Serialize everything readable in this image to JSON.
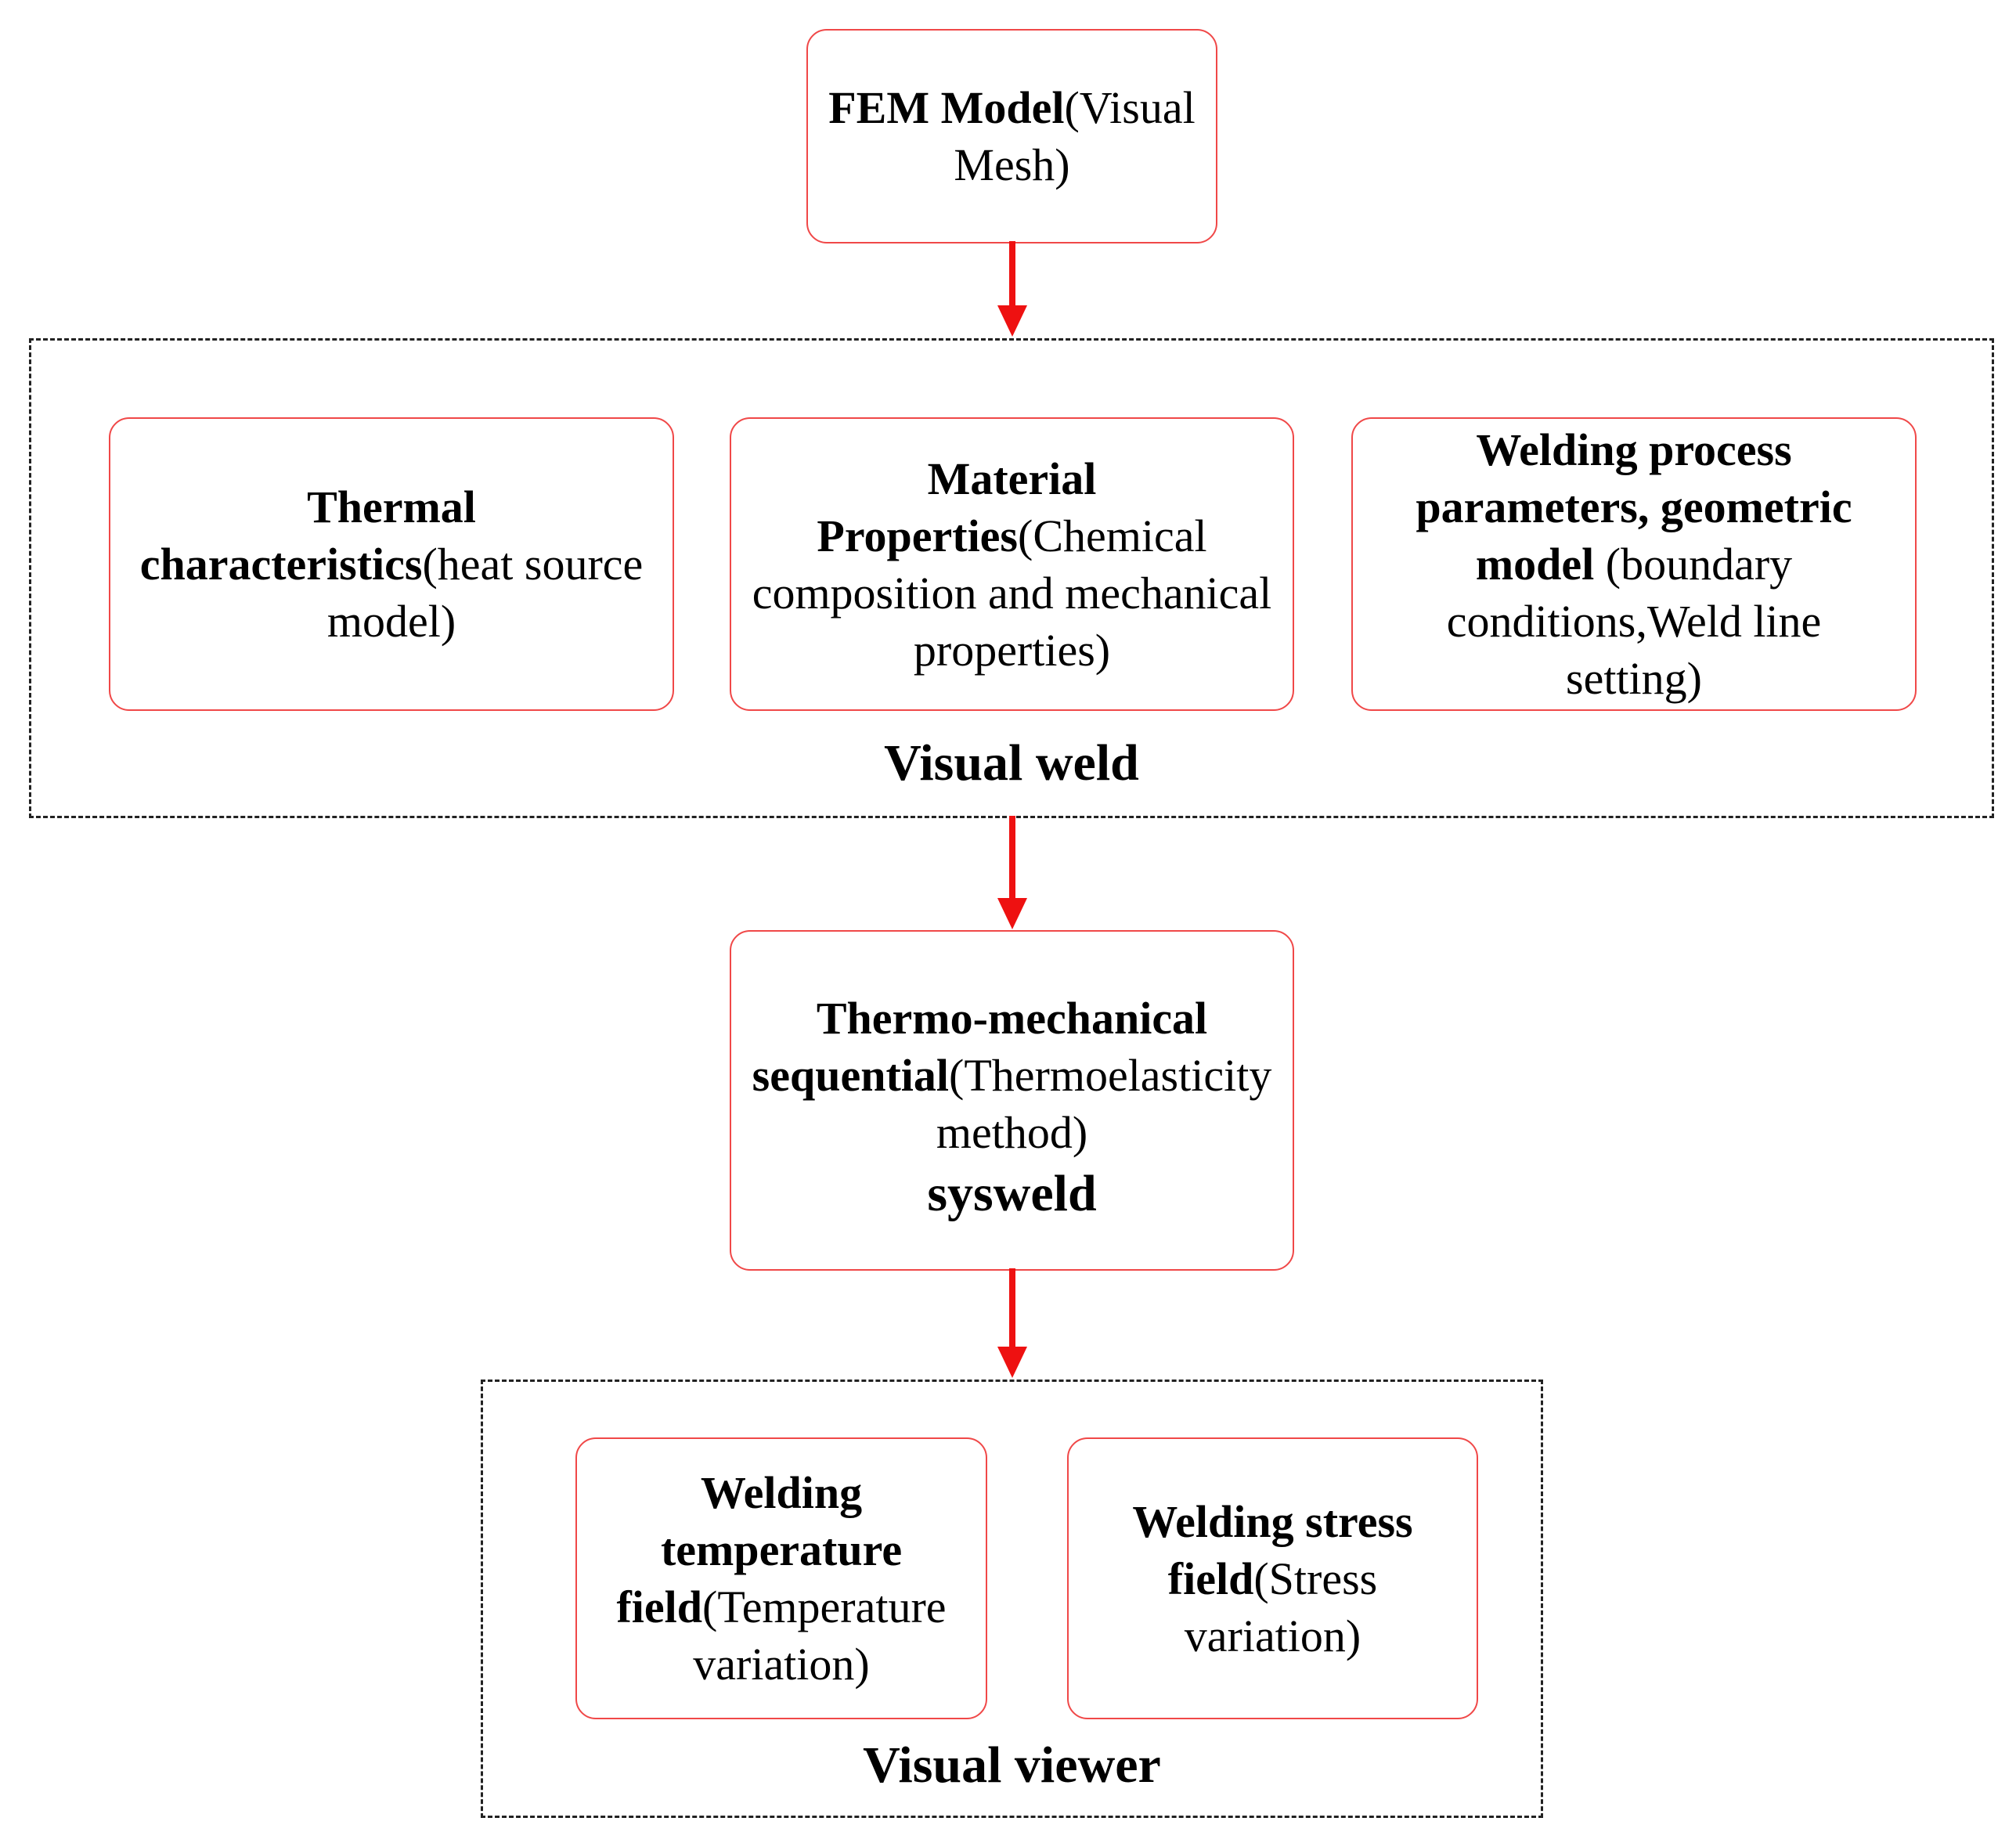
{
  "fem": {
    "bold": "FEM Model",
    "normal": "(Visual Mesh)"
  },
  "visual_weld": {
    "label": "Visual weld",
    "thermal": {
      "bold": "Thermal characteristics",
      "normal": "(heat source model)"
    },
    "material": {
      "bold": "Material Properties",
      "normal": "(Chemical composition and mechanical properties)"
    },
    "welding": {
      "bold": "Welding process parameters, geometric model",
      "normal": " (boundary conditions,Weld line setting)"
    }
  },
  "sequential": {
    "bold": "Thermo-mechanical sequential",
    "normal": "(Thermoelasticity method)",
    "sysweld": "sysweld"
  },
  "visual_viewer": {
    "label": "Visual viewer",
    "temperature": {
      "bold": "Welding temperature field",
      "normal": "(Temperature variation)"
    },
    "stress": {
      "bold": "Welding stress field",
      "normal": "(Stress variation)"
    }
  },
  "colors": {
    "box_border": "#f04848",
    "arrow": "#ee1111",
    "dashed_border": "#222222"
  }
}
